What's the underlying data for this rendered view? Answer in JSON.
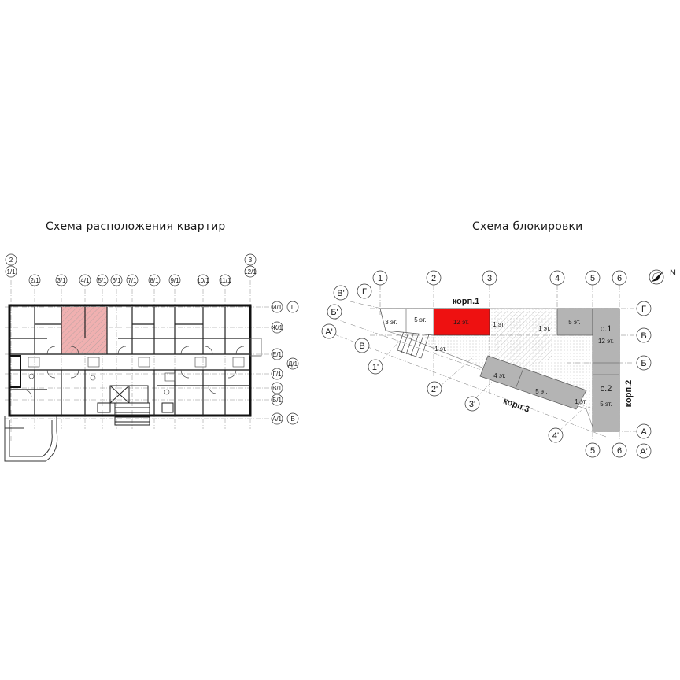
{
  "titles": {
    "plan": "Схема расположения квартир",
    "blocking": "Схема блокировки"
  },
  "plan": {
    "top_axes": [
      "1/1",
      "2/1",
      "3/1",
      "4/1",
      "5/1",
      "6/1",
      "7/1",
      "8/1",
      "9/1",
      "10/1",
      "11/1",
      "12/1"
    ],
    "corner_axes": [
      "2",
      "3"
    ],
    "right_axes": [
      "И/1",
      "Ж/1",
      "Е/1",
      "Г/1",
      "В/1",
      "Б/1",
      "А/1"
    ],
    "right_outer_axes": [
      "Г",
      "Д/1",
      "В"
    ],
    "highlight_color": "#e8a0a0"
  },
  "blocking": {
    "compass": "N",
    "top_axes": [
      "1",
      "2",
      "3",
      "4",
      "5",
      "6"
    ],
    "bottom_axes": [
      "1'",
      "2'",
      "3'",
      "4'",
      "5",
      "6"
    ],
    "left_axes": [
      "В'",
      "Г",
      "Б'",
      "А'",
      "В"
    ],
    "right_axes": [
      "Г",
      "В",
      "Б",
      "А",
      "А'"
    ],
    "floors": {
      "f3": "3 эт.",
      "f5a": "5 эт.",
      "f12": "12 эт.",
      "f1a": "1 эт.",
      "f1b": "1 эт.",
      "f1c": "1 эт.",
      "f5b": "5 эт.",
      "f12b": "12 эт.",
      "f4": "4 эт.",
      "f5c": "5 эт.",
      "f1d": "1 эт.",
      "f5d": "5 эт."
    },
    "sections": {
      "s1": "с.1",
      "s2": "с.2"
    },
    "korpus": {
      "k1": "корп.1",
      "k2": "корп.2",
      "k3": "корп.3"
    },
    "colors": {
      "highlight": "#ee1111",
      "gray": "#b4b4b4"
    }
  }
}
